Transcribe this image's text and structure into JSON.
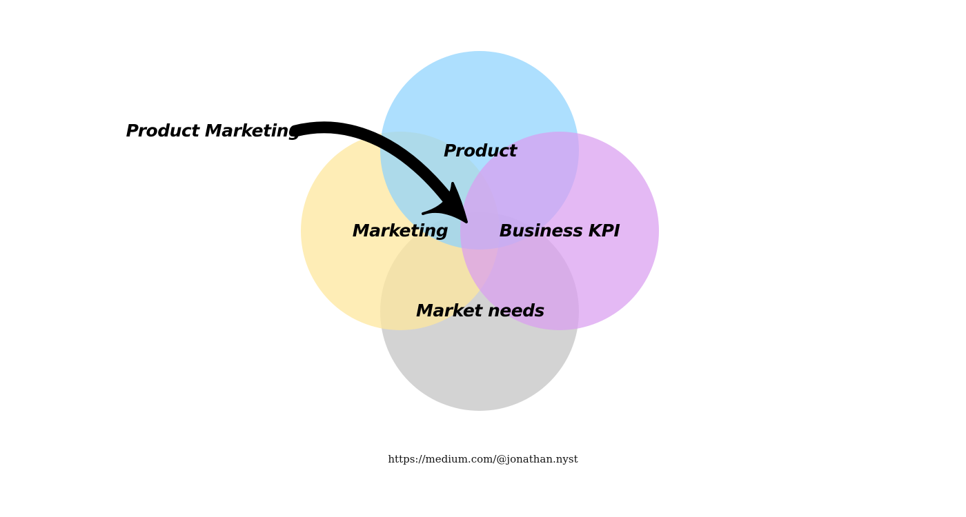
{
  "circles": [
    {
      "key": "product",
      "label": "Product",
      "color": "#8ed3fd"
    },
    {
      "key": "marketing",
      "label": "Marketing",
      "color": "#fde79d"
    },
    {
      "key": "business",
      "label": "Business KPI",
      "color": "#d99ef0"
    },
    {
      "key": "market",
      "label": "Market needs",
      "color": "#c4c4c4"
    }
  ],
  "callout": {
    "label": "Product Marketing",
    "arrow_color": "#000000",
    "arrow_icon": "curved-arrow-icon"
  },
  "credit": "https://medium.com/@jonathan.nyst"
}
